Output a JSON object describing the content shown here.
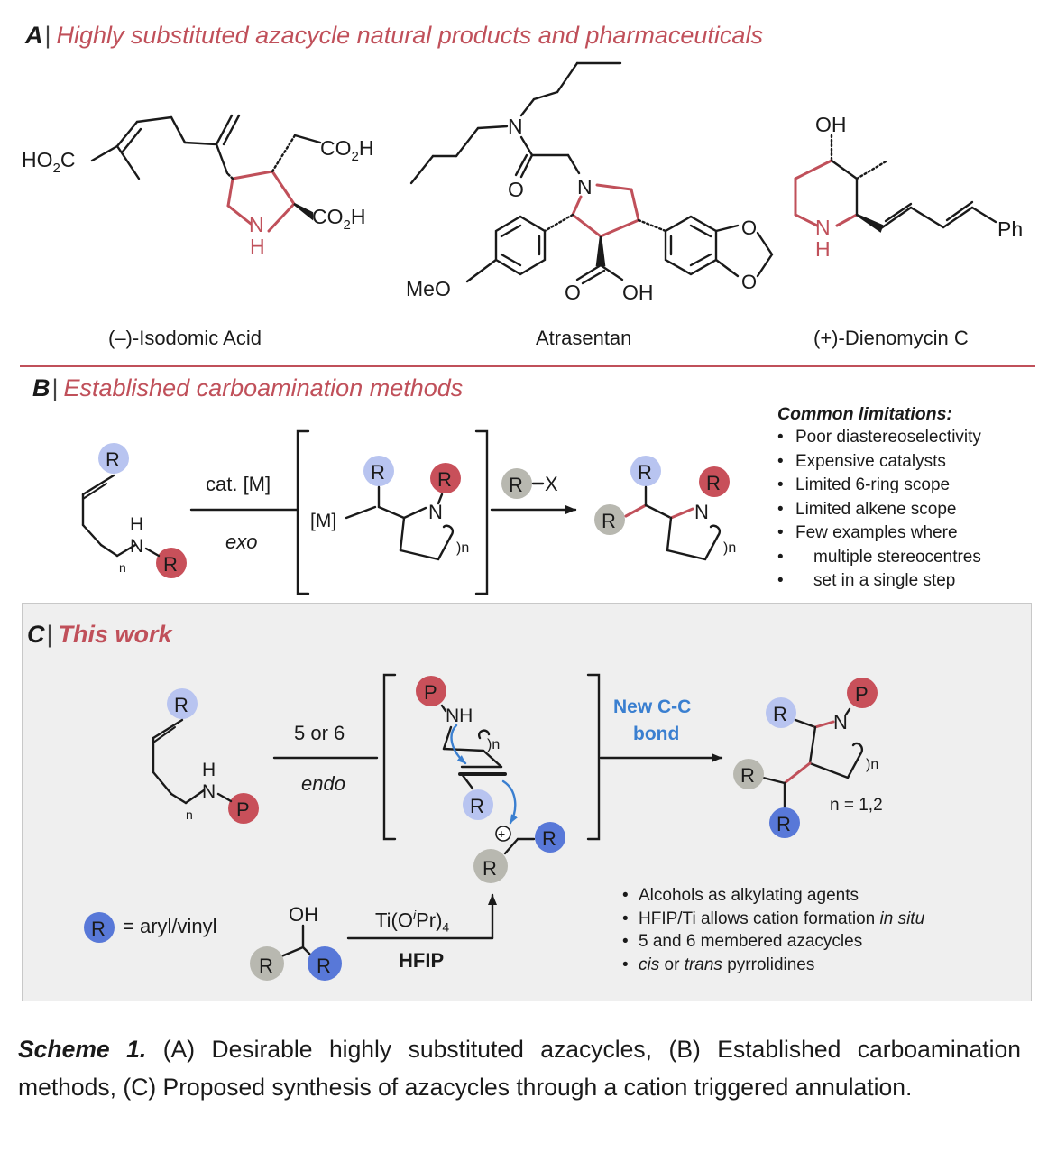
{
  "section_a": {
    "letter": "A",
    "title": "Highly substituted azacycle natural products and pharmaceuticals"
  },
  "section_b": {
    "letter": "B",
    "title": "Established carboamination methods"
  },
  "section_c": {
    "letter": "C",
    "title": "This work"
  },
  "compounds": {
    "isodomic": "(–)-Isodomic Acid",
    "atrasentan": "Atrasentan",
    "dienomycin": "(+)-Dienomycin C"
  },
  "limitations": {
    "title": "Common limitations:",
    "items": [
      "Poor diastereoselectivity",
      "Expensive catalysts",
      "Limited 6-ring scope",
      "Limited alkene scope",
      "Few examples where multiple stereocentres set in a single step"
    ],
    "item5_line1": "Few examples where",
    "item5_line2": "multiple stereocentres",
    "item5_line3": "set in a single step"
  },
  "scheme_b": {
    "cond_top": "cat. [M]",
    "cond_bottom": "exo",
    "reagent": "R",
    "reagent_x": "X"
  },
  "scheme_c": {
    "cond_top": "5 or 6",
    "cond_bottom": "endo",
    "new_bond_1": "New C-C",
    "new_bond_2": "bond",
    "n_value": "n = 1,2",
    "r_def": "= aryl/vinyl",
    "ti_reagent": "Ti(O",
    "ti_i": "i",
    "ti_rest": "Pr)",
    "ti_sub": "4",
    "hfip": "HFIP"
  },
  "notes": {
    "n1": "Alcohols as alkylating agents",
    "n2_a": "HFIP/Ti allows cation formation ",
    "n2_b": "in situ",
    "n3": "5 and 6 membered azacycles",
    "n4_a": "cis",
    "n4_b": " or ",
    "n4_c": "trans",
    "n4_d": " pyrrolidines"
  },
  "caption": {
    "label": "Scheme 1.",
    "text": "(A) Desirable highly substituted azacycles, (B) Established carboamination methods, (C) Proposed synthesis of azacycles through a cation triggered annulation."
  },
  "colors": {
    "accent_red": "#c0505a",
    "blue_light": "#b8c4f0",
    "blue_dark": "#5878d8",
    "red_circle": "#c8505a",
    "grey_circle": "#b8b8b0",
    "new_bond_blue": "#3a7fd0"
  }
}
